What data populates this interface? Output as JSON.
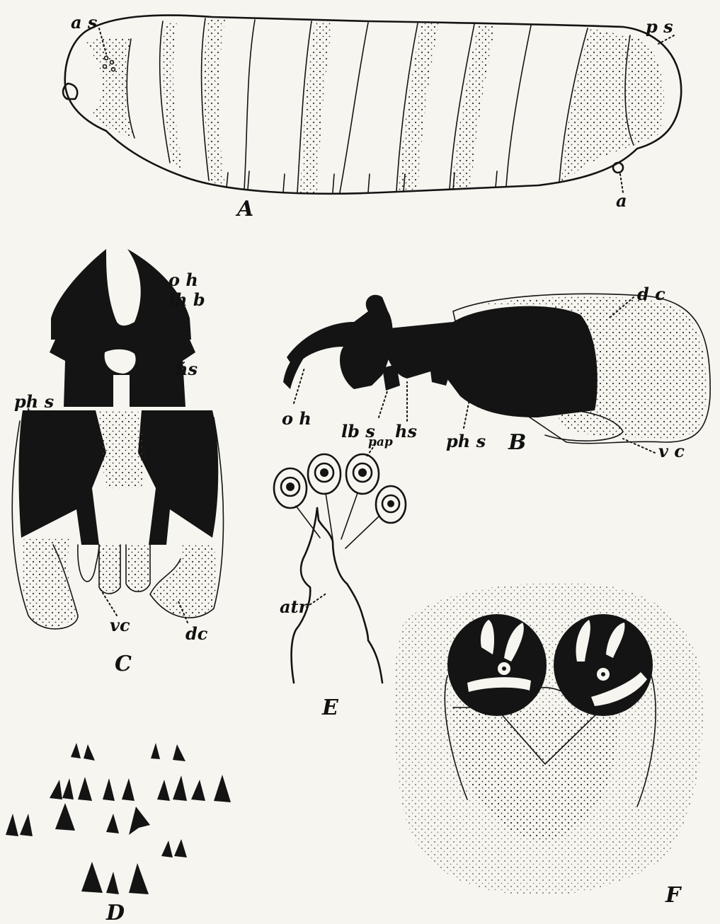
{
  "figure_labels": {
    "A": "A",
    "B": "B",
    "C": "C",
    "D": "D",
    "E": "E",
    "F": "F"
  },
  "part_labels": {
    "A_as": "a s",
    "A_ps": "p s",
    "A_a": "a",
    "C_oh": "o h",
    "C_ihb": "ih b",
    "C_hs": "hs",
    "C_phs": "ph s",
    "C_vc": "vc",
    "C_dc": "dc",
    "B_dc": "d c",
    "B_oh": "o h",
    "B_lbs": "lb s",
    "B_hs": "hs",
    "B_phs": "ph s",
    "B_vc": "v c",
    "E_pap": "pap",
    "E_atr": "atr"
  },
  "colors": {
    "ink": "#141414",
    "paper": "#f6f5ef"
  }
}
